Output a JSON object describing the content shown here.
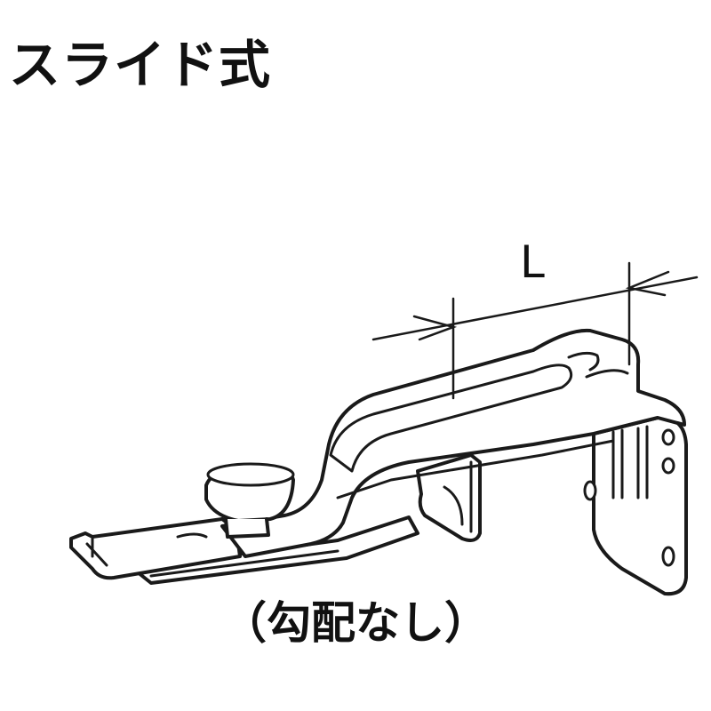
{
  "title": "スライド式",
  "dimension_label": "L",
  "caption": "（勾配なし）"
}
